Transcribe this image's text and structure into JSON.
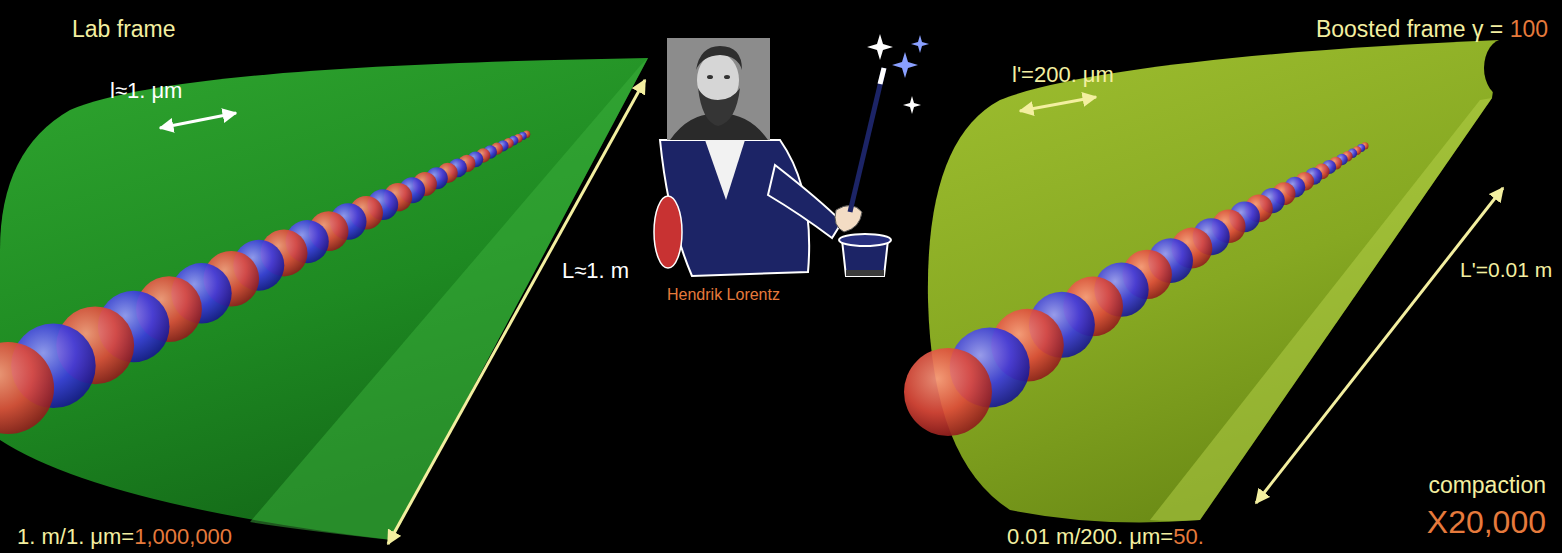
{
  "diagram": {
    "labels": [
      "Lab frame",
      "l≈1. μm",
      "L≈1. m",
      "1. m/1. μm=",
      "1,000,000",
      "Hendrik Lorentz",
      "Boosted frame γ = ",
      "100",
      "l'=200. μm",
      "L'=0.01 m",
      "0.01 m/200. μm=",
      "50.",
      "compaction",
      "X20,000"
    ]
  }
}
